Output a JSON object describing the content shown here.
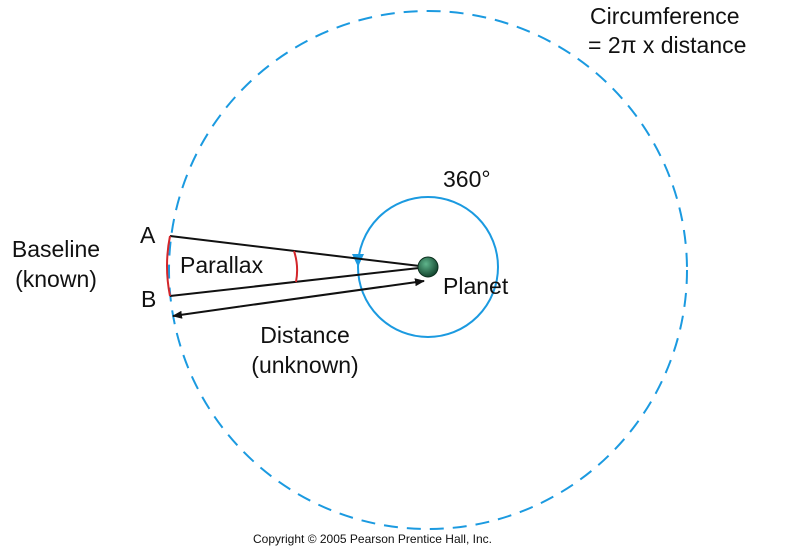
{
  "labels": {
    "circumference_line1": "Circumference",
    "circumference_line2": "= 2π x distance",
    "angle": "360°",
    "point_a": "A",
    "point_b": "B",
    "baseline_line1": "Baseline",
    "baseline_line2": "(known)",
    "parallax": "Parallax",
    "planet": "Planet",
    "distance_line1": "Distance",
    "distance_line2": "(unknown)"
  },
  "copyright": "Copyright © 2005 Pearson Prentice Hall, Inc.",
  "colors": {
    "orbit": "#1b9ae0",
    "arc": "#d3262b",
    "line": "#111111",
    "planet": "#1f6b4a"
  }
}
